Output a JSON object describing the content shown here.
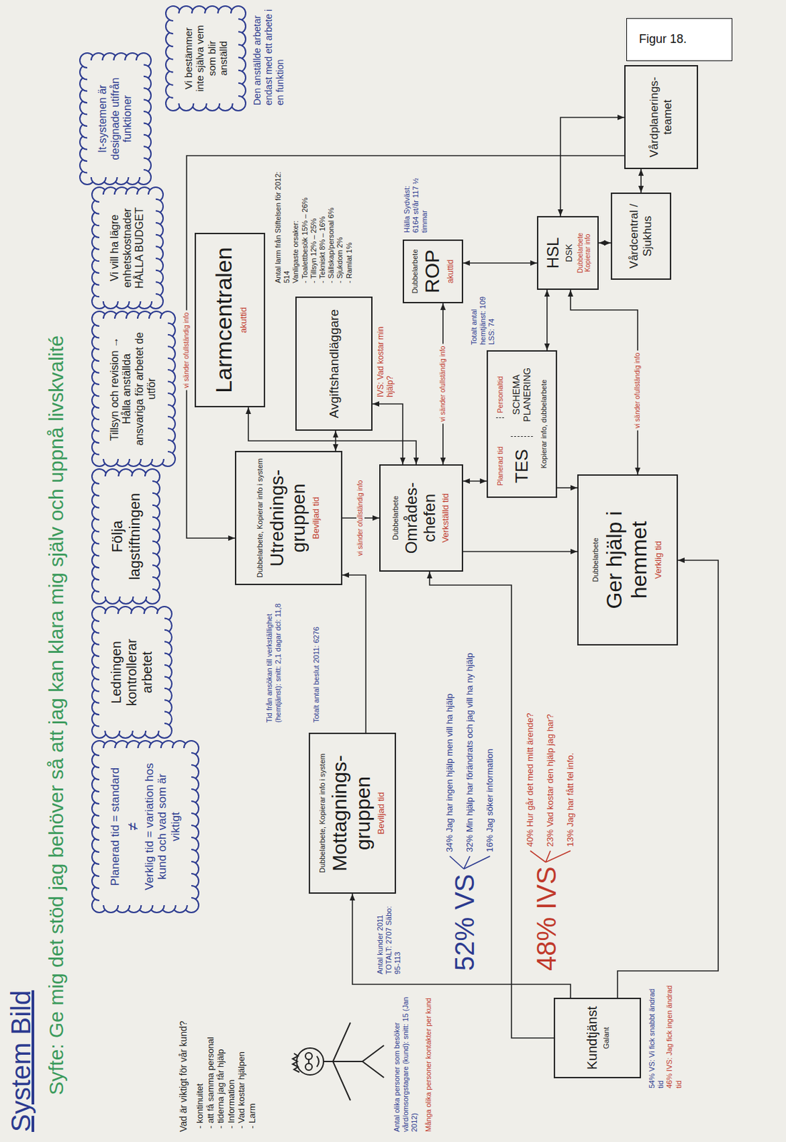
{
  "diagram": {
    "title": "System Bild",
    "caption": "Figur 18.",
    "nodes": [
      {
        "text": [
          "Planerad tid = standard",
          "≠",
          "Verklig tid = variation hos kund och vad som är viktigt"
        ]
      },
      {
        "text": [
          "Ledningen kontrollerar arbetet"
        ]
      },
      {
        "text": [
          "Följa lagstiftningen"
        ]
      },
      {
        "text": [
          "Tillsyn och revision → Hålla anställda ansvariga för arbetet de utför"
        ]
      },
      {
        "text": [
          "Vi vill ha lägre enhetskostnader HÅLLA BUDGET"
        ]
      },
      {
        "text": [
          "It-systemen är designade utifrån funktioner"
        ]
      },
      {
        "text": [
          "Vi bestämmer inte själva vem som blir anställd"
        ]
      },
      {
        "text": [
          "Dubbelarbete, Kopierar info i system",
          "Mottagnings-gruppen",
          "Beviljad tid"
        ]
      },
      {
        "text": [
          "Dubbelarbete, Kopierar info i system",
          "Utrednings-gruppen",
          "Beviljad tid"
        ]
      },
      {
        "text": [
          "Larmcentralen",
          "akuttid"
        ]
      },
      {
        "text": [
          "Avgiftshandläggare"
        ]
      },
      {
        "text": [
          "Dubbelarbete",
          "Områdes-chefen",
          "Verkställd tid"
        ]
      },
      {
        "text": [
          "Dubbelarbete",
          "ROP",
          "akuttid"
        ]
      },
      {
        "text": [
          "Planerad tid",
          "TES",
          "Personaltid",
          "SCHEMA PLANERING",
          "Kopierar info, dubbelarbete"
        ]
      },
      {
        "text": [
          "HSL",
          "DSK",
          "Dubbelarbete Kopierar info"
        ]
      },
      {
        "text": [
          "Dubbelarbete",
          "Ger hjälp i hemmet",
          "Verklig tid"
        ]
      },
      {
        "text": [
          "Kundtjänst",
          "Galant"
        ]
      },
      {
        "text": [
          "Vårdcentral / Sjukhus"
        ]
      },
      {
        "text": [
          "Vårdplanerings-teamet"
        ]
      }
    ],
    "edges": [
      {
        "from": 16,
        "to": 7,
        "arrow": "to"
      },
      {
        "from": 16,
        "to": 11,
        "arrow": "to"
      },
      {
        "from": 16,
        "to": 15,
        "arrow": "to"
      },
      {
        "from": 7,
        "to": 8,
        "arrow": "to"
      },
      {
        "from": 8,
        "to": 11,
        "label": "vi sänder ofullständig info",
        "arrow": "to"
      },
      {
        "from": 8,
        "to": 10,
        "arrow": "both"
      },
      {
        "from": 10,
        "to": 11,
        "arrow": "both"
      },
      {
        "from": 9,
        "to": 11,
        "arrow": "both"
      },
      {
        "from": 11,
        "to": 12,
        "label": "vi sänder ofullständig info",
        "arrow": "both"
      },
      {
        "from": 11,
        "to": 13,
        "arrow": "both"
      },
      {
        "from": 11,
        "to": 15,
        "arrow": "to"
      },
      {
        "from": 13,
        "to": 15,
        "arrow": "to"
      },
      {
        "from": 13,
        "to": 14,
        "arrow": "both"
      },
      {
        "from": 12,
        "to": 14,
        "arrow": "both"
      },
      {
        "from": 15,
        "to": 14,
        "label": "vi sänder ofullständig info",
        "arrow": "both"
      },
      {
        "from": 14,
        "to": 17,
        "arrow": "both"
      },
      {
        "from": 14,
        "to": 18,
        "arrow": "both"
      },
      {
        "from": 17,
        "to": 18,
        "arrow": "both"
      },
      {
        "from": 18,
        "to": 8,
        "label": "vi sänder ofullständig info",
        "arrow": "to"
      }
    ],
    "labels": [
      "Syfte: Ge mig det stöd jag behöver så att jag kan klara mig själv och uppnå livskvalité",
      "Den anställde arbetar endast med ett arbete i en funktion",
      "Vad är viktigt för vår kund?",
      "- kontinuitet",
      "- att få samma personal",
      "- tiderna jag får hjälp",
      "- Information",
      "- Vad kostar hjälpen",
      "- Larm",
      "Antal olika personer som besöker vård/omsorgstagare (kund): snitt: 15 (Jan 2012)",
      "Många olika personer kontakter per kund",
      "Antal kunder 2011 TOTALT: 2707 Säbo: 95-113",
      "Tid från ansökan till verkställighet (hemtjänst): snitt: 2,1 dagar dcl: 11,8",
      "Totalt antal beslut 2011: 6276",
      "Antal larm från Stiftelsen för 2012: 514",
      "Vanligaste orsaker:",
      "- Toalettbesök 15% – 26%",
      "- Tillsyn 12% – 25%",
      "- Tekniskt 8% – 16%",
      "- Sällskap/personal 6%",
      "- Sjukdom 2%",
      "- Ramlat 1%",
      "IVS: Vad kostar min hjälp?",
      "Totalt antal hemtjänst: 109 LSS: 74",
      "Hälla Sydväst: 6164 st/år 117 ½ timmar",
      "52% VS",
      "34% Jag har ingen hjälp men vill ha hjälp",
      "32% Min hjälp har förändrats och jag vill ha ny hjälp",
      "16% Jag söker information",
      "48% IVS",
      "40% Hur går det med mitt ärende?",
      "23% Vad kostar den hjälp jag har?",
      "13% Jag har fått fel info.",
      "54% VS: Vi fick snabbt ändrad tid",
      "46% IVS: Jag fick ingen ändrad tid"
    ]
  }
}
